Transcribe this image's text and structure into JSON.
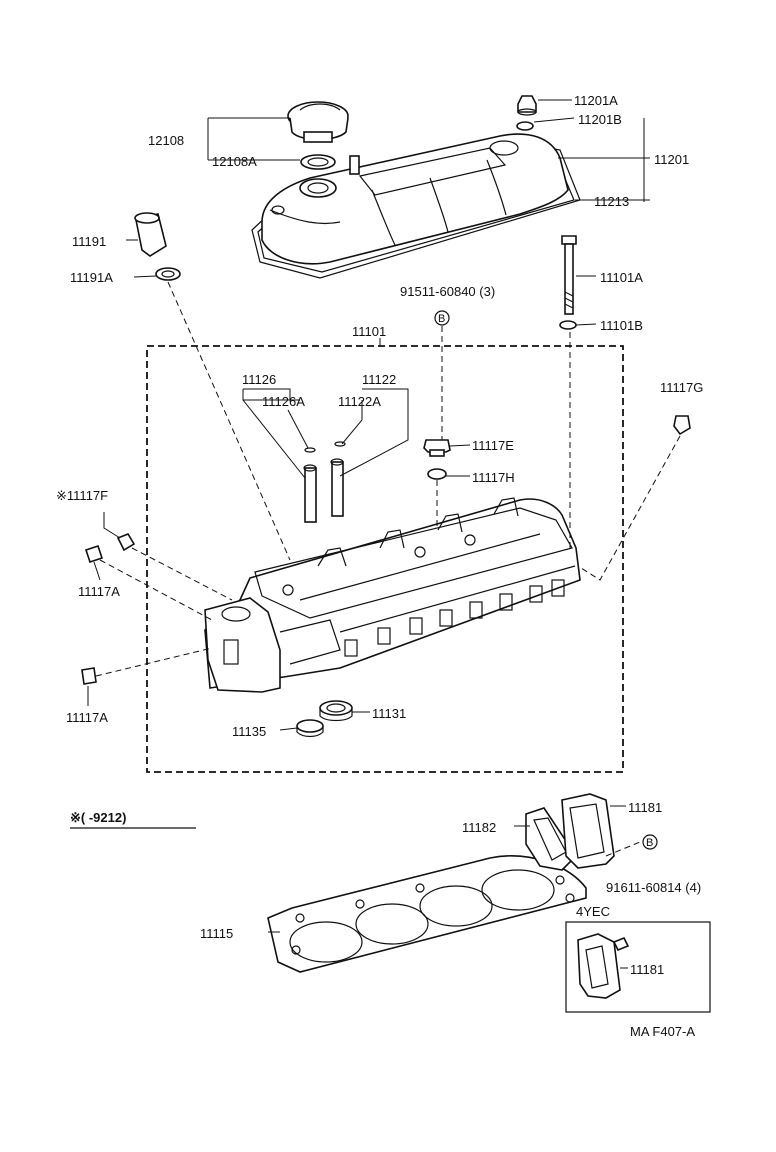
{
  "labels": {
    "p12108": "12108",
    "p12108A": "12108A",
    "p11201A": "11201A",
    "p11201B": "11201B",
    "p11201": "11201",
    "p11213": "11213",
    "p11191": "11191",
    "p11191A": "11191A",
    "p11101A": "11101A",
    "p11101B": "11101B",
    "p91511": "91511-60840 (3)",
    "p11101": "11101",
    "p11126": "11126",
    "p11126A": "11126A",
    "p11122": "11122",
    "p11122A": "11122A",
    "p11117G": "11117G",
    "p11117E": "11117E",
    "p11117H": "11117H",
    "p11117F": "※11117F",
    "p11117A_1": "11117A",
    "p11117A_2": "11117A",
    "p11131": "11131",
    "p11135": "11135",
    "note": "※(      -9212)",
    "p11182": "11182",
    "p11181": "11181",
    "p91611": "91611-60814 (4)",
    "variant": "4YEC",
    "p11181_b": "11181",
    "p11115": "11115",
    "fig_code": "MA F407-A",
    "marker_b1": "B",
    "marker_b2": "B"
  }
}
